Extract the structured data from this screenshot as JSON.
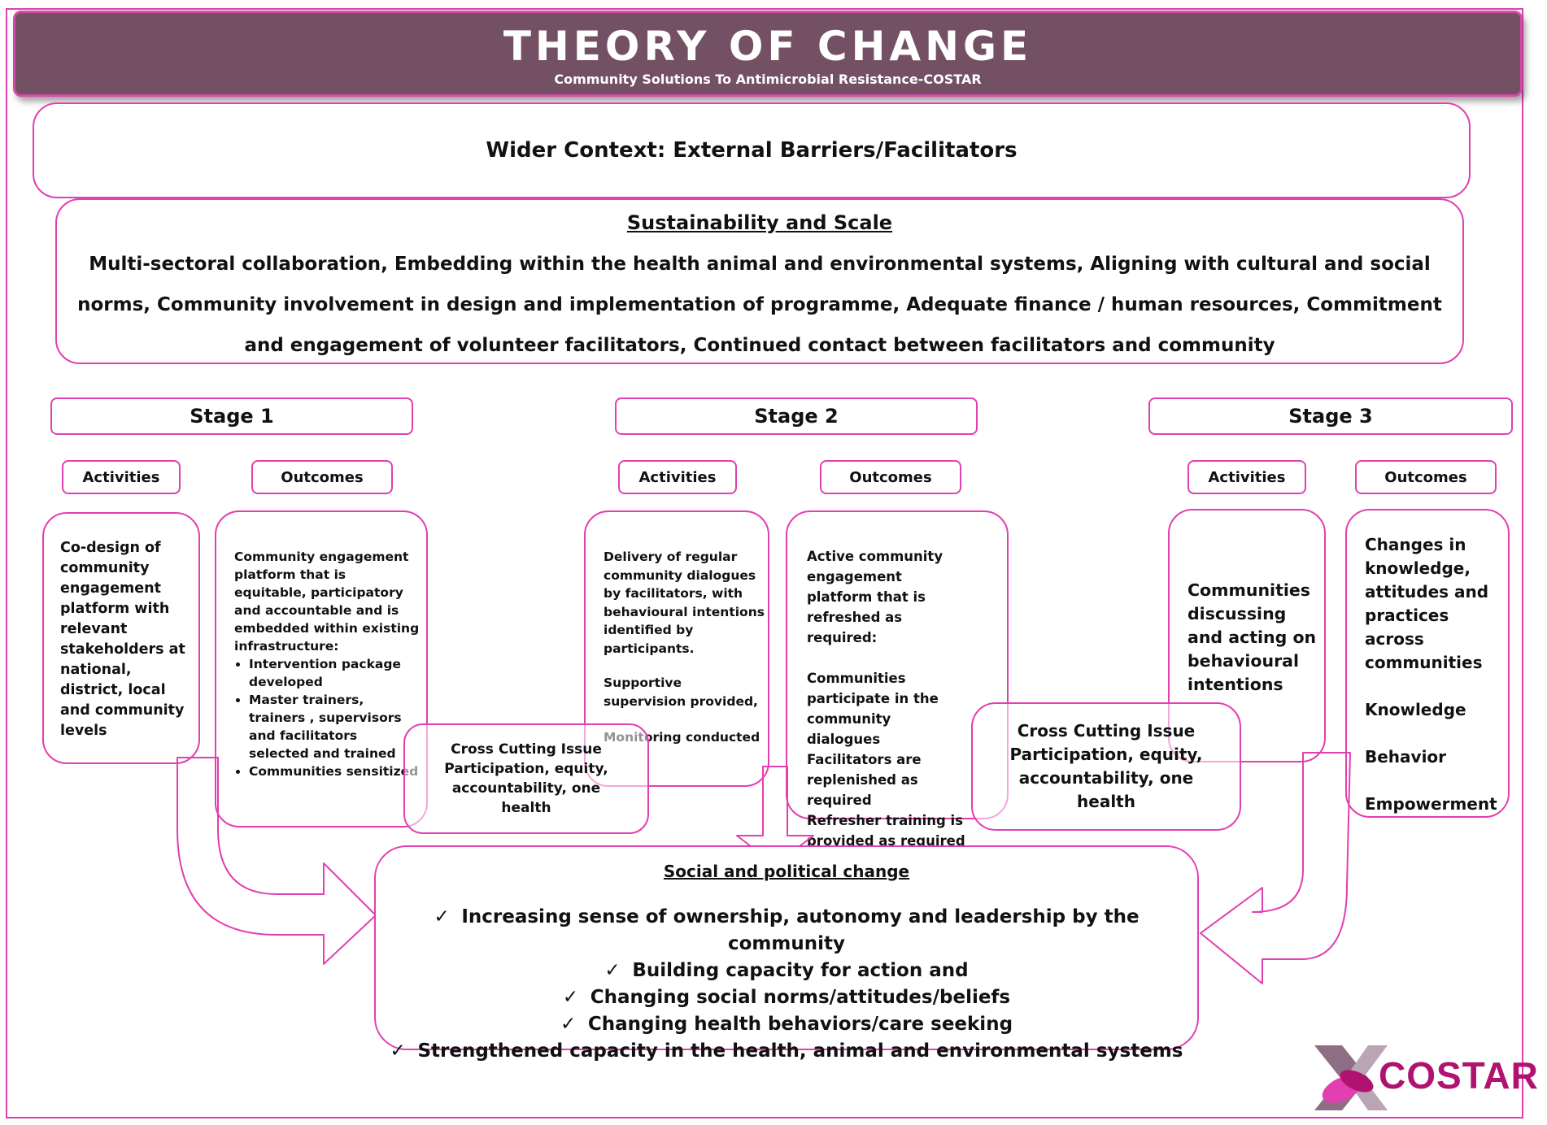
{
  "header": {
    "title": "THEORY OF CHANGE",
    "subtitle": "Community Solutions To Antimicrobial Resistance-COSTAR"
  },
  "wider_context": "Wider Context: External Barriers/Facilitators",
  "sustainability": {
    "title": "Sustainability and Scale",
    "body": "Multi-sectoral collaboration, Embedding within the health animal and environmental systems, Aligning with cultural and social norms, Community involvement in design and implementation of programme, Adequate finance / human resources, Commitment and engagement of volunteer facilitators, Continued contact between facilitators and community"
  },
  "stages": [
    {
      "label": "Stage 1",
      "activities_label": "Activities",
      "outcomes_label": "Outcomes",
      "activities": "Co-design of community engagement platform with relevant stakeholders at national, district, local and community levels",
      "outcomes_intro": "Community engagement platform that is equitable, participatory and accountable and is embedded within existing infrastructure:",
      "outcomes_bullets": [
        "Intervention package developed",
        "Master trainers, trainers , supervisors and facilitators selected and trained",
        "Communities sensitized"
      ]
    },
    {
      "label": "Stage 2",
      "activities_label": "Activities",
      "outcomes_label": "Outcomes",
      "activities_lines": [
        "Delivery of regular community dialogues by facilitators, with behavioural intentions identified by participants.",
        "Supportive supervision provided,",
        "Monitoring conducted"
      ],
      "outcomes_lines": [
        "Active community engagement platform that is refreshed as required:",
        "Communities participate in the community dialogues",
        "Facilitators are replenished as required",
        "Refresher training is provided as required"
      ]
    },
    {
      "label": "Stage 3",
      "activities_label": "Activities",
      "outcomes_label": "Outcomes",
      "activities": "Communities discussing and acting on behavioural intentions",
      "outcomes_lines": [
        "Changes in knowledge, attitudes and practices across communities",
        "Knowledge",
        "Behavior",
        "Empowerment"
      ]
    }
  ],
  "cross_cutting": {
    "title": "Cross Cutting Issue",
    "body": "Participation, equity, accountability, one health"
  },
  "social_change": {
    "title": "Social and political change",
    "items": [
      "Increasing sense of ownership, autonomy and leadership by the community",
      "Building capacity for action and",
      "Changing social norms/attitudes/beliefs",
      "Changing health behaviors/care seeking",
      "Strengthened capacity in the health, animal and environmental systems"
    ]
  },
  "logo": {
    "text": "COSTAR",
    "colors": [
      "#e23fb0",
      "#b0136f",
      "#8d6e85"
    ]
  }
}
